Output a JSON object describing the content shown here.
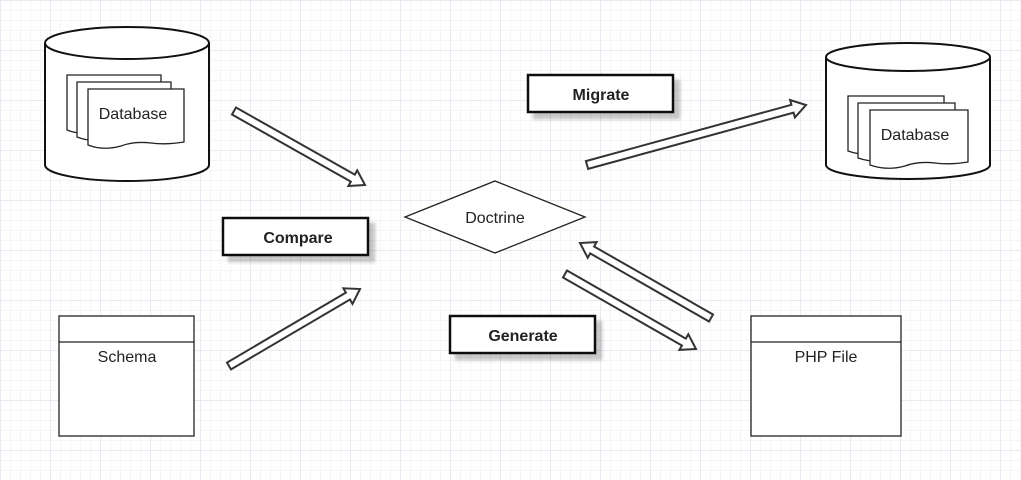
{
  "nodes": {
    "db_source": "Database",
    "db_target": "Database",
    "doctrine": "Doctrine",
    "schema": "Schema",
    "php_file": "PHP File"
  },
  "actions": {
    "compare": "Compare",
    "migrate": "Migrate",
    "generate": "Generate"
  }
}
